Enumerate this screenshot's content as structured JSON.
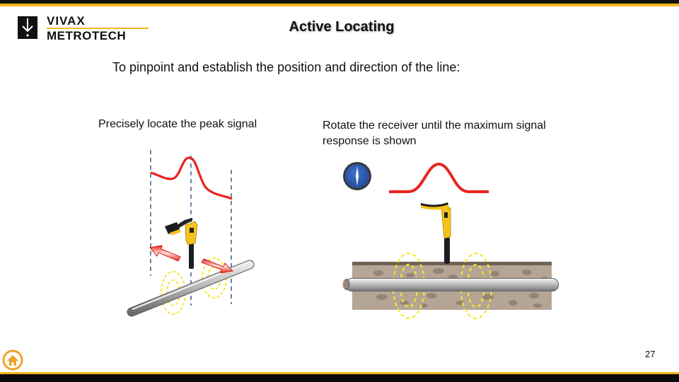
{
  "header": {
    "logo": {
      "line1": "VIVAX",
      "line2": "METROTECH"
    },
    "title": "Active Locating"
  },
  "main": {
    "subtitle": "To pinpoint and establish the position and direction of the line:",
    "left_panel": {
      "caption": "Precisely locate the peak signal"
    },
    "right_panel": {
      "caption": "Rotate the receiver until the maximum signal response is shown"
    }
  },
  "footer": {
    "page_number": "27",
    "home_icon": "home-icon"
  },
  "colors": {
    "accent": "#f2b51c",
    "signal": "#e8231f",
    "field": "#f5e62a",
    "dark": "#111111",
    "soil": "#b4a594",
    "compass": "#2f5fb8"
  }
}
